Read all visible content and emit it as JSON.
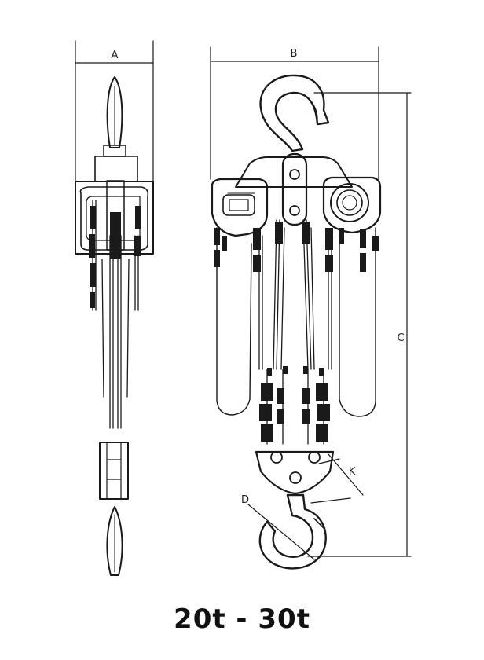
{
  "dimensions": {
    "a": "A",
    "b": "B",
    "c": "C",
    "d": "D",
    "k": "K"
  },
  "caption": "20t - 30t"
}
